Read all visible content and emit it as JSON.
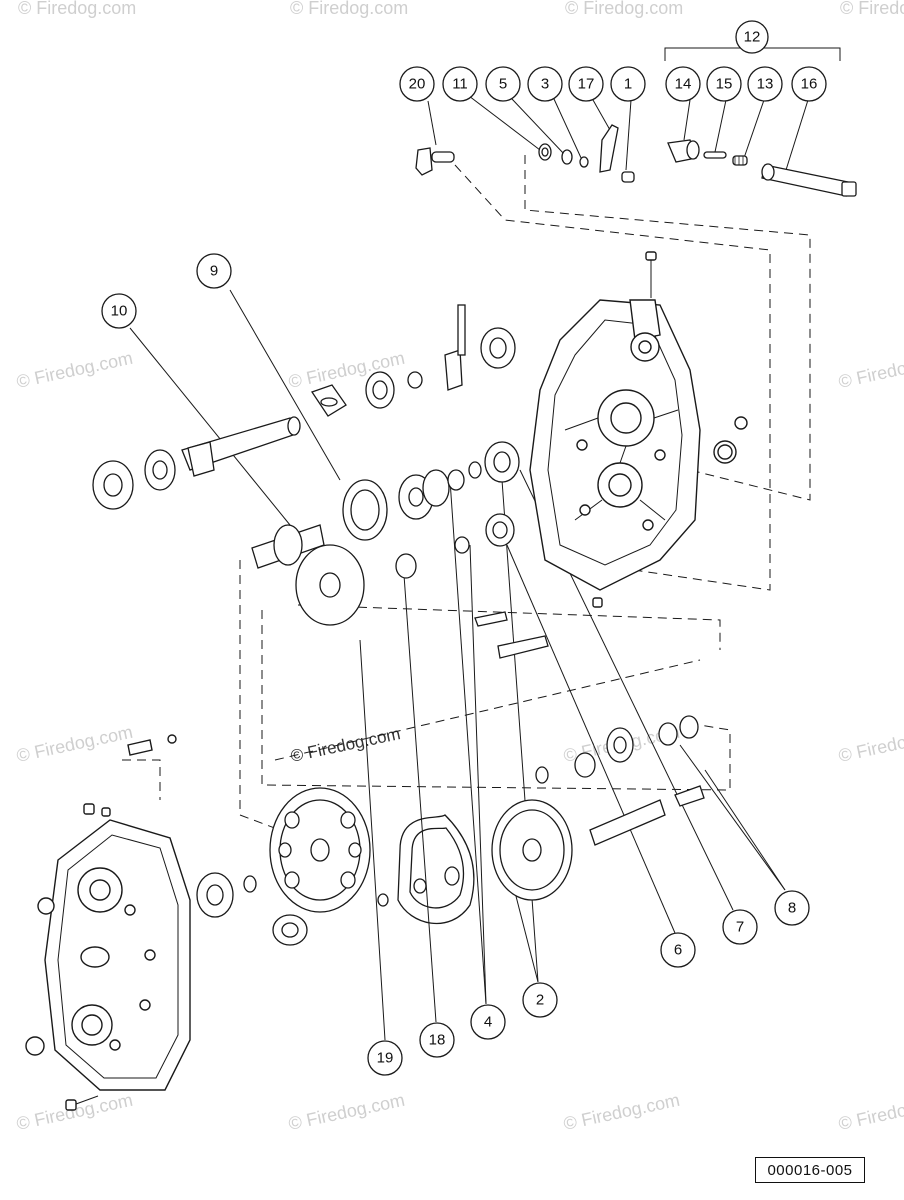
{
  "diagram": {
    "callouts": {
      "c1": "1",
      "c2": "2",
      "c3": "3",
      "c4": "4",
      "c5": "5",
      "c6": "6",
      "c7": "7",
      "c8": "8",
      "c9": "9",
      "c10": "10",
      "c11": "11",
      "c12": "12",
      "c13": "13",
      "c14": "14",
      "c15": "15",
      "c16": "16",
      "c17": "17",
      "c18": "18",
      "c19": "19",
      "c20": "20"
    },
    "watermark": "© Firedog.com",
    "center_watermark": "© Firedog.com",
    "diagram_code": "000016-005"
  },
  "colors": {
    "line": "#1a1a1a",
    "watermark": "#cfcfcf"
  }
}
